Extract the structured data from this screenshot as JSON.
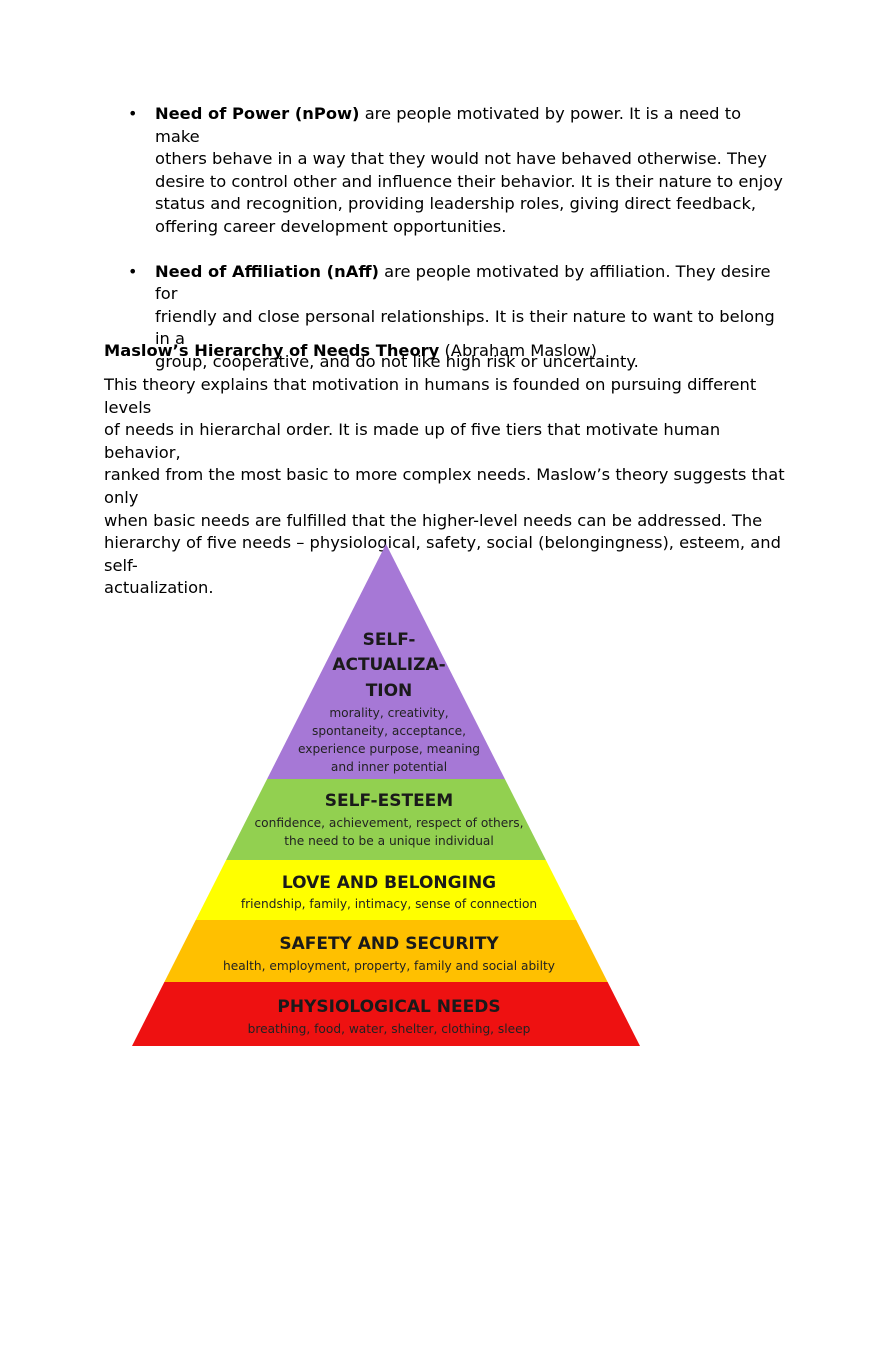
{
  "bullets": [
    {
      "term": "Need of Power (nPow)",
      "lines": [
        " are people motivated by power. It is a need to make",
        "others behave in a way that they would not have behaved otherwise. They",
        "desire to control other and influence their behavior. It is their nature to enjoy",
        "status and recognition, providing leadership roles, giving direct feedback,",
        "offering career development opportunities."
      ]
    },
    {
      "term": "Need of Affiliation (nAff)",
      "lines": [
        " are people motivated by affiliation. They desire for",
        "friendly and close personal relationships. It is their nature to want to belong in a",
        "group, cooperative, and do not like high risk or uncertainty."
      ]
    }
  ],
  "bullet_glyph": "•",
  "section": {
    "title": "Maslow’s Hierarchy of Needs Theory",
    "author": " (Abraham Maslow)",
    "paragraph_lines": [
      "This theory explains that motivation in humans is founded on pursuing different levels",
      "of needs in hierarchal order. It is made up of five tiers that motivate human behavior,",
      "ranked from the most basic to more complex needs. Maslow’s theory suggests that only",
      "when basic needs are fulfilled that the higher-level needs can be addressed. The",
      "hierarchy of five needs – physiological, safety, social (belongingness), esteem, and self-",
      "actualization."
    ]
  },
  "pyramid": {
    "tiers": [
      {
        "title_lines": [
          "SELF-",
          "ACTUALIZA-",
          "TION"
        ],
        "desc_lines": [
          "morality, creativity,",
          "spontaneity, acceptance,",
          "experience purpose, meaning",
          "and inner potential"
        ],
        "color": "#a678d6"
      },
      {
        "title_lines": [
          "SELF-ESTEEM"
        ],
        "desc_lines": [
          "confidence, achievement, respect of others,",
          "the need to be a unique individual"
        ],
        "color": "#92d050"
      },
      {
        "title_lines": [
          "LOVE AND BELONGING"
        ],
        "desc_lines": [
          "friendship, family, intimacy, sense of connection"
        ],
        "color": "#ffff00"
      },
      {
        "title_lines": [
          "SAFETY AND SECURITY"
        ],
        "desc_lines": [
          "health, employment, property, family and social abilty"
        ],
        "color": "#ffc000"
      },
      {
        "title_lines": [
          "PHYSIOLOGICAL NEEDS"
        ],
        "desc_lines": [
          "breathing, food, water, shelter, clothing, sleep"
        ],
        "color": "#ee1111"
      }
    ]
  }
}
